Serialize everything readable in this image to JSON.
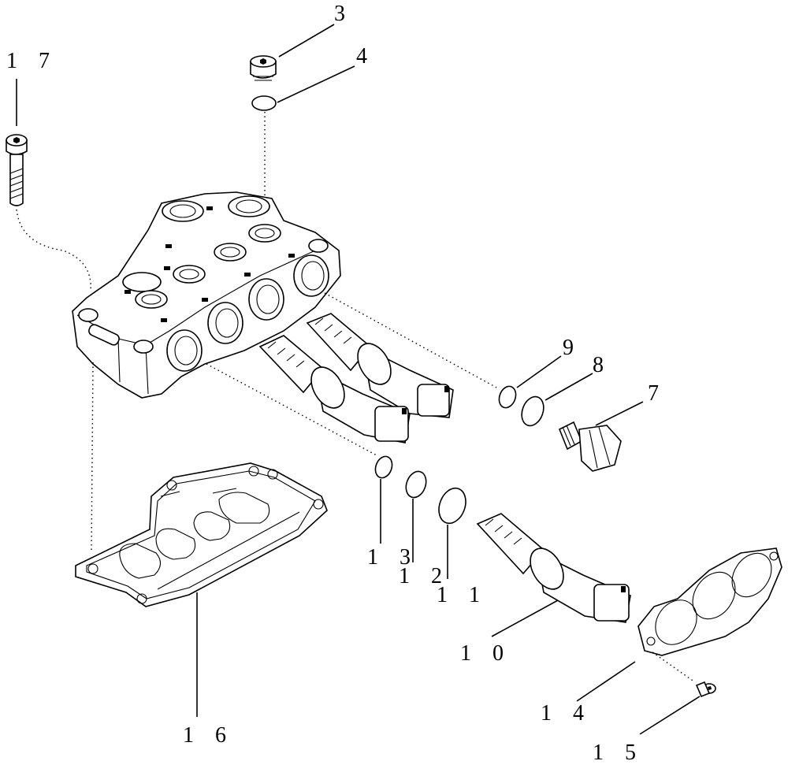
{
  "callouts": {
    "c3": "3",
    "c4": "4",
    "c7": "7",
    "c8": "8",
    "c9": "9",
    "c10": "1 0",
    "c11": "1 1",
    "c12": "1 2",
    "c13": "1 3",
    "c14": "1 4",
    "c15": "1 5",
    "c16": "1 6",
    "c17": "1 7"
  },
  "colors": {
    "line": "#000000",
    "background": "#ffffff"
  }
}
